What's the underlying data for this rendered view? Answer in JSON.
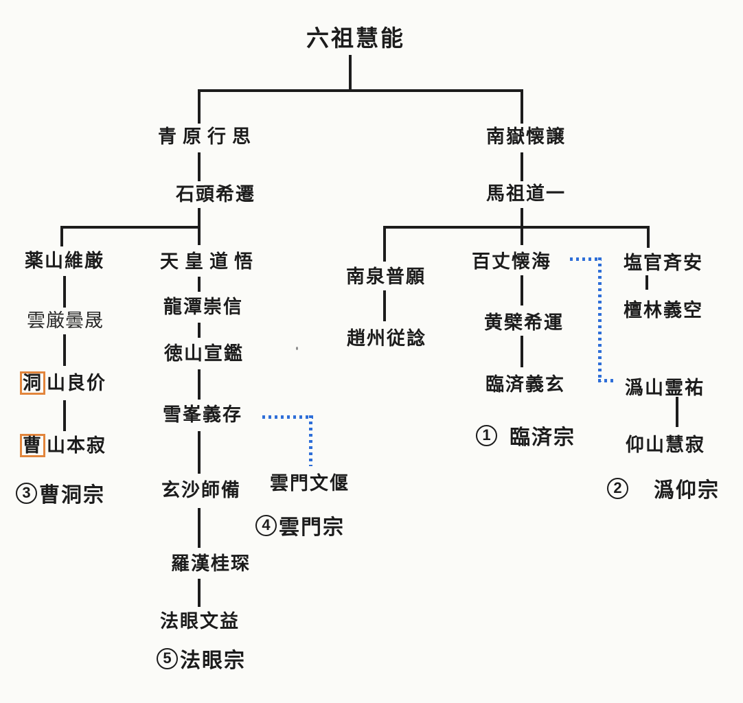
{
  "title": "六祖慧能",
  "colors": {
    "ink": "#1c1c1c",
    "dotted_line_blue": "#2e6ed8",
    "highlight_box_orange": "#e2853c",
    "paper": "#fbfbf8"
  },
  "nodes": {
    "qingyuan_xingsi": "青原行思",
    "nanyue_huairang": "南嶽懐譲",
    "shitou_xiqian": "石頭希遷",
    "mazu_daoyi": "馬祖道一",
    "yaoshan_weiyan": "薬山維厳",
    "yunyan_tansheng": "雲厳曇晟",
    "dongshan_liangjie": {
      "highlight": "洞",
      "rest": "山良价"
    },
    "caoshan_benji": {
      "highlight": "曹",
      "rest": "山本寂"
    },
    "tianhuang_daowu": "天皇道悟",
    "longtan_chongxin": "龍潭崇信",
    "deshan_xuanjian": "徳山宣鑑",
    "xuefeng_yicun": "雪峯義存",
    "xuansha_shibei": "玄沙師備",
    "luohan_guichen": "羅漢桂琛",
    "fayan_wenyi": "法眼文益",
    "yunmen_wenyan": "雲門文偃",
    "nanquan_puyuan": "南泉普願",
    "zhaozhou_congshen": "趙州従諗",
    "baizhang_huaihai": "百丈懐海",
    "huangbo_xiyun": "黄檗希運",
    "linji_yixuan": "臨済義玄",
    "yanguan_qian": "塩官斉安",
    "danlin_yikong": "檀林義空",
    "guishan_lingyou": "潙山霊祐",
    "yangshan_huiji": "仰山慧寂"
  },
  "schools": {
    "rinzai": {
      "number": "1",
      "name": "臨済宗"
    },
    "igyo": {
      "number": "2",
      "name": "潙仰宗"
    },
    "soto": {
      "number": "3",
      "name": "曹洞宗"
    },
    "unmon": {
      "number": "4",
      "name": "雲門宗"
    },
    "hogen": {
      "number": "5",
      "name": "法眼宗"
    }
  }
}
